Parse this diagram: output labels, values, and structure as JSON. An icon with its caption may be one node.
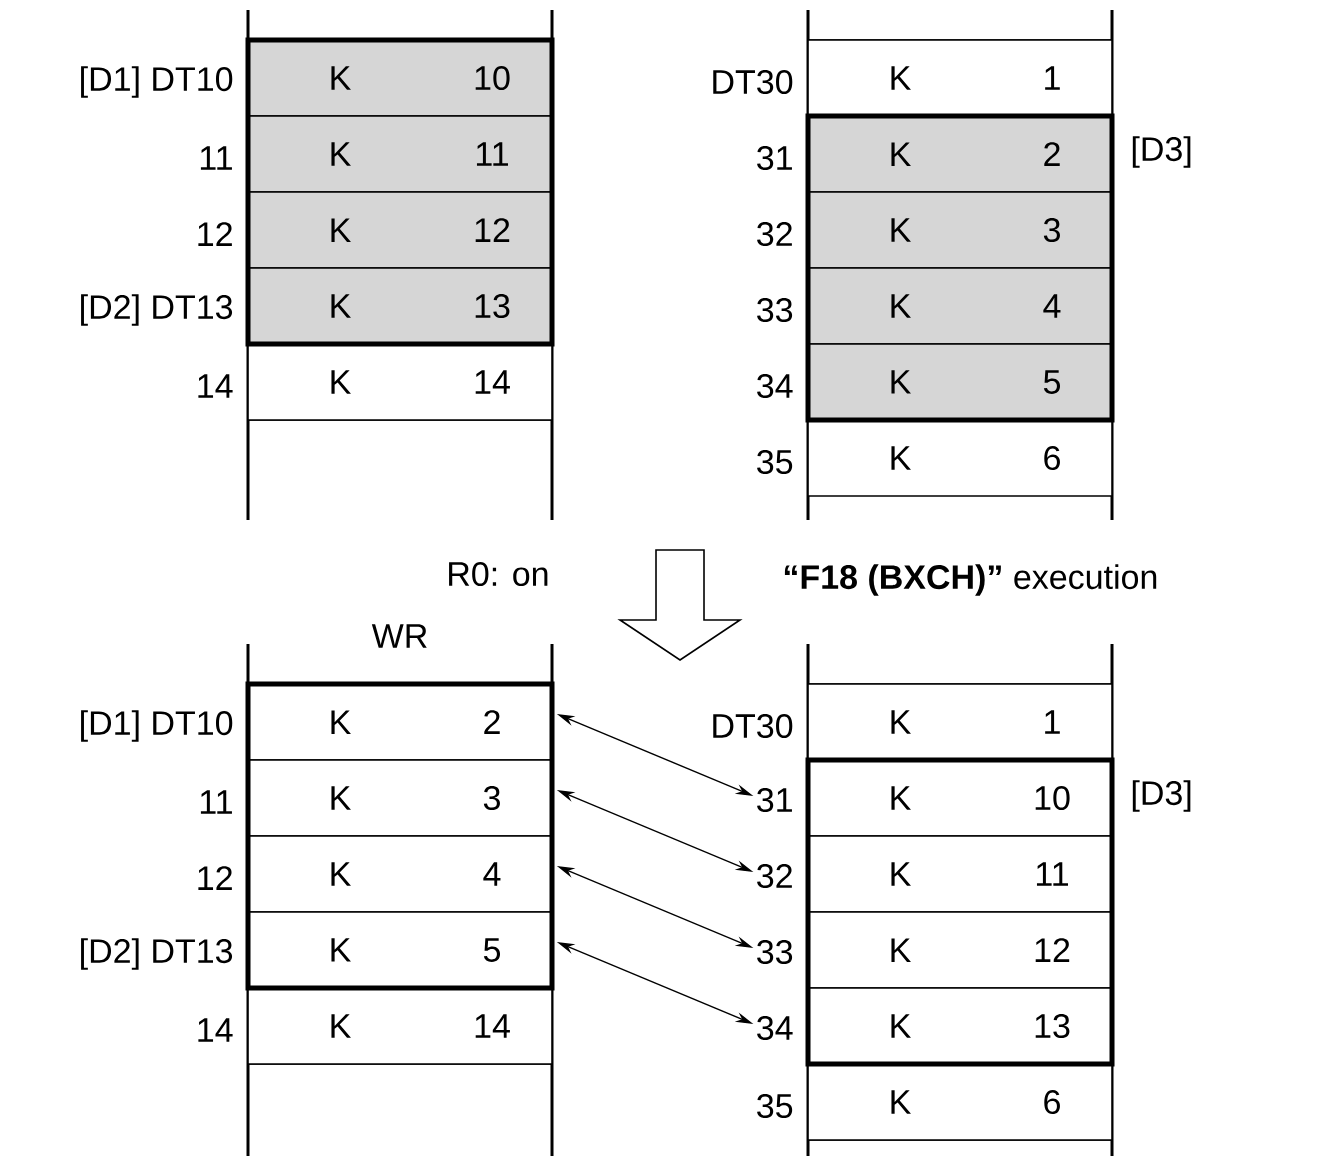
{
  "diagram": {
    "nodes": [
      {
        "text": [
          "K",
          "10"
        ],
        "beside": [
          "[D1] DT10"
        ]
      },
      {
        "text": [
          "K",
          "11"
        ],
        "beside": [
          "11"
        ]
      },
      {
        "text": [
          "K",
          "12"
        ],
        "beside": [
          "12"
        ]
      },
      {
        "text": [
          "K",
          "13"
        ],
        "beside": [
          "[D2] DT13"
        ]
      },
      {
        "text": [
          "K",
          "14"
        ],
        "beside": [
          "14"
        ]
      },
      {
        "text": [
          "K",
          "1"
        ],
        "beside": [
          "DT30"
        ]
      },
      {
        "text": [
          "K",
          "2"
        ],
        "beside": [
          "31"
        ]
      },
      {
        "text": [
          "K",
          "3"
        ],
        "beside": [
          "32"
        ]
      },
      {
        "text": [
          "K",
          "4"
        ],
        "beside": [
          "33"
        ]
      },
      {
        "text": [
          "K",
          "5"
        ],
        "beside": [
          "34"
        ]
      },
      {
        "text": [
          "K",
          "6"
        ],
        "beside": [
          "35"
        ]
      },
      {
        "text": [
          "K",
          "2"
        ],
        "beside": [
          "[D1] DT10"
        ]
      },
      {
        "text": [
          "K",
          "3"
        ],
        "beside": [
          "11"
        ]
      },
      {
        "text": [
          "K",
          "4"
        ],
        "beside": [
          "12"
        ]
      },
      {
        "text": [
          "K",
          "5"
        ],
        "beside": [
          "[D2] DT13"
        ]
      },
      {
        "text": [
          "K",
          "14"
        ],
        "beside": [
          "14"
        ]
      },
      {
        "text": [
          "K",
          "1"
        ],
        "beside": [
          "DT30"
        ]
      },
      {
        "text": [
          "K",
          "10"
        ]
      },
      {
        "text": [
          "K",
          "11"
        ]
      },
      {
        "text": [
          "K",
          "12"
        ]
      },
      {
        "text": [
          "K",
          "13"
        ]
      },
      {
        "text": [
          "K",
          "6"
        ],
        "beside": [
          "35"
        ]
      },
      {
        "text": [
          "31"
        ]
      },
      {
        "text": [
          "32"
        ]
      },
      {
        "text": [
          "33"
        ]
      },
      {
        "text": [
          "34"
        ]
      }
    ],
    "edges": [
      {
        "from": 11,
        "to": 22,
        "arrow": "both"
      },
      {
        "from": 12,
        "to": 23,
        "arrow": "both"
      },
      {
        "from": 13,
        "to": 24,
        "arrow": "both"
      },
      {
        "from": 14,
        "to": 25,
        "arrow": "both"
      }
    ],
    "labels": [
      "[D3]",
      "R0: on",
      "**“F18 (BXCH)”** execution",
      "WR",
      "[D3]"
    ]
  }
}
